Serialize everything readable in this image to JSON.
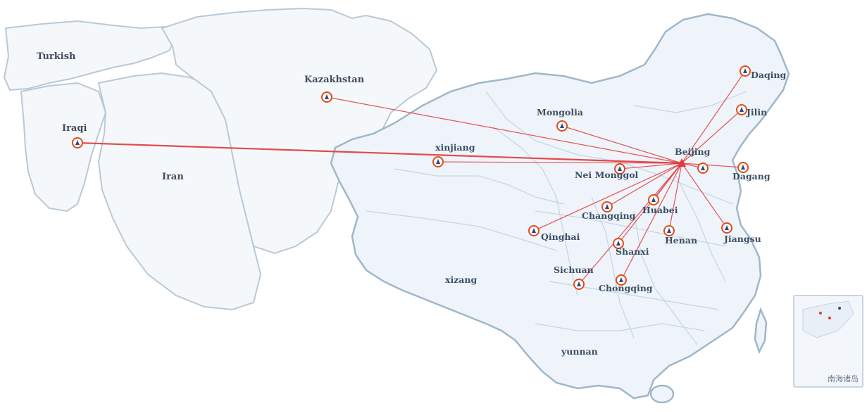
{
  "hub": {
    "label": "Beijing"
  },
  "countries": [
    "Turkish",
    "Iraqi",
    "Iran",
    "Kazakhstan",
    "Mongolia"
  ],
  "sites": [
    "Iraqi",
    "Kazakhstan",
    "Mongolia",
    "xinjiang",
    "Nei Monggol",
    "Daqing",
    "Jilin",
    "Dagang",
    "Huabei",
    "Changqing",
    "Qinghai",
    "Henan",
    "Jiangsu",
    "Shanxi",
    "Sichuan",
    "Chongqing"
  ],
  "regions": {
    "turkish": "Turkish",
    "iraqi": "Iraqi",
    "iran": "Iran",
    "kazakhstan": "Kazakhstan",
    "mongolia": "Mongolia",
    "xinjiang": "xinjiang",
    "nei_monggol": "Nei Monggol",
    "daqing": "Daqing",
    "jilin": "Jilin",
    "beijing": "Beijing",
    "dagang": "Dagang",
    "huabei": "Huabei",
    "changqing": "Changqing",
    "qinghai": "Qinghai",
    "henan": "Henan",
    "jiangsu": "Jiangsu",
    "shanxi": "Shanxi",
    "sichuan": "Sichuan",
    "chongqing": "Chongqing",
    "xizang": "xizang",
    "yunnan": "yunnan"
  },
  "inset": {
    "label": "南海诸岛"
  },
  "colors": {
    "route": "#e3383a",
    "marker_ring": "#e24b1c",
    "marker_pin": "#2d4a7c",
    "land": "#f4f8fb",
    "border": "#b9c9d6",
    "label": "#4a5b70"
  }
}
